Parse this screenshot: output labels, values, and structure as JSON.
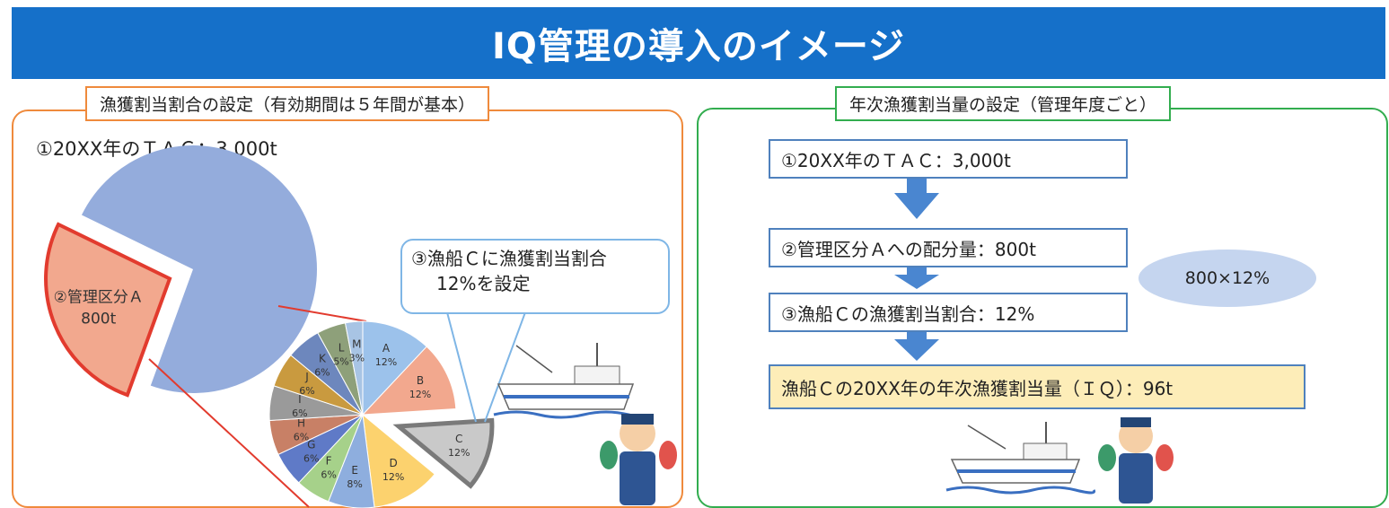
{
  "title": "IQ管理の導入のイメージ",
  "left_panel": {
    "label": "漁獲割当割合の設定（有効期間は５年間が基本）",
    "tac": "①20XX年のＴＡＣ：3,000t",
    "callout_line1": "③漁船Ｃに漁獲割当割合",
    "callout_line2": "12%を設定"
  },
  "right_panel": {
    "label": "年次漁獲割当量の設定（管理年度ごと）",
    "step1": "①20XX年のＴＡＣ：3,000t",
    "step2": "②管理区分Ａへの配分量：800t",
    "step3": "③漁船Ｃの漁獲割当割合：12%",
    "step4": "漁船Ｃの20XX年の年次漁獲割当量（ＩＱ）：96t",
    "calc": "800×12%"
  },
  "chart_data": [
    {
      "type": "pie",
      "name_text": "②管理区分Ａ",
      "value_text": "800t",
      "slices": [
        {
          "label": "②管理区分Ａ 800t",
          "value": 800
        },
        {
          "label": "",
          "value": 2200
        }
      ],
      "colors": [
        "#f2a88e",
        "#94acdc"
      ]
    },
    {
      "type": "pie",
      "slices": [
        {
          "label": "A",
          "pct": "12%",
          "value": 12,
          "color": "#9cc2eb"
        },
        {
          "label": "B",
          "pct": "12%",
          "value": 12,
          "color": "#f2a88e"
        },
        {
          "label": "C",
          "pct": "12%",
          "value": 12,
          "color": "#c9c9c9",
          "exploded": true
        },
        {
          "label": "D",
          "pct": "12%",
          "value": 12,
          "color": "#fcd26e"
        },
        {
          "label": "E",
          "pct": "8%",
          "value": 8,
          "color": "#8eaede"
        },
        {
          "label": "F",
          "pct": "6%",
          "value": 6,
          "color": "#a6d18a"
        },
        {
          "label": "G",
          "pct": "6%",
          "value": 6,
          "color": "#5f7ac7"
        },
        {
          "label": "H",
          "pct": "6%",
          "value": 6,
          "color": "#c88066"
        },
        {
          "label": "I",
          "pct": "6%",
          "value": 6,
          "color": "#9a9a9a"
        },
        {
          "label": "J",
          "pct": "6%",
          "value": 6,
          "color": "#c99a3f"
        },
        {
          "label": "K",
          "pct": "6%",
          "value": 6,
          "color": "#6d87bd"
        },
        {
          "label": "L",
          "pct": "5%",
          "value": 5,
          "color": "#8ea07a"
        },
        {
          "label": "M",
          "pct": "3%",
          "value": 3,
          "color": "#a8c4e4"
        }
      ]
    }
  ]
}
